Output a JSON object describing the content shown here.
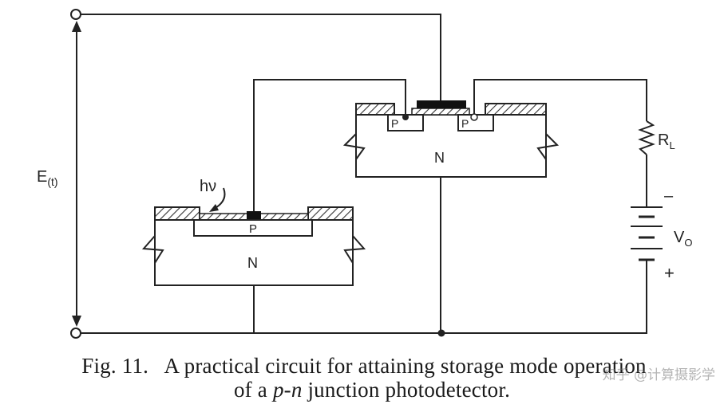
{
  "labels": {
    "photon": "hν",
    "p_lower": "P",
    "n_lower": "N",
    "p_left_upper": "P",
    "p_right_upper": "P",
    "n_upper": "N",
    "e_source": "E",
    "e_source_sub": "(t)",
    "resistor": "R",
    "resistor_sub": "L",
    "voltage": "V",
    "voltage_sub": "O",
    "minus": "–",
    "plus": "+"
  },
  "caption": {
    "fig_number": "Fig. 11.",
    "text_part1": "A practical circuit for attaining storage mode operation",
    "text_part2a": "of a ",
    "text_part2_italic": "p-n",
    "text_part2b": " junction photodetector."
  },
  "watermark": "知乎 @计算摄影学",
  "colors": {
    "ink": "#222222",
    "hatch": "#333333",
    "oxide_fill": "#ffffff",
    "electrode": "#111111"
  }
}
